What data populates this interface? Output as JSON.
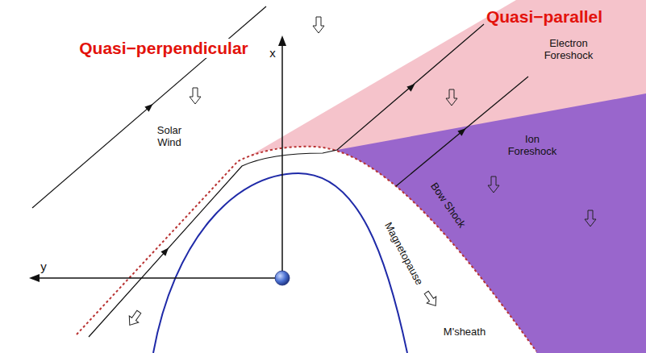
{
  "diagram": {
    "labels": [
      "Quasi−perpendicular",
      "Quasi−parallel",
      "x",
      "y",
      "Solar Wind",
      "Electron Foreshock",
      "Ion Foreshock",
      "Bow Shock",
      "Magnetopause",
      "M'sheath"
    ]
  }
}
